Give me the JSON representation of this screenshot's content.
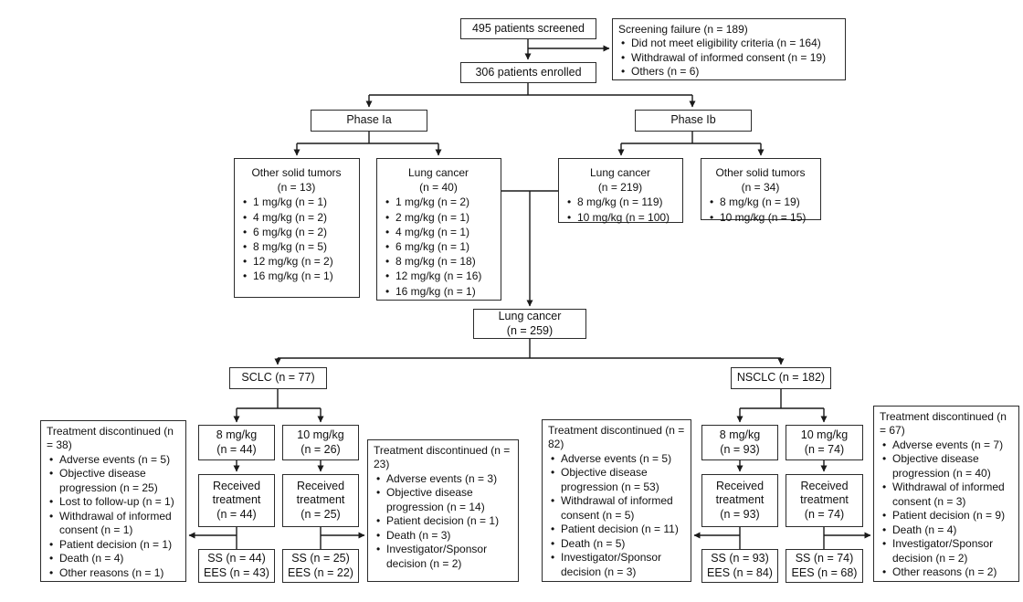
{
  "colors": {
    "background": "#ffffff",
    "box_fill": "#ffffff",
    "border": "#2b2b2b",
    "text": "#111111",
    "line": "#1a1a1a"
  },
  "screening": {
    "screened": "495 patients screened",
    "enrolled": "306 patients enrolled",
    "failure": {
      "title": "Screening failure (n = 189)",
      "items": [
        "Did not meet eligibility criteria (n = 164)",
        "Withdrawal of informed consent (n = 19)",
        "Others (n = 6)"
      ]
    }
  },
  "phase_ia": {
    "label": "Phase Ia",
    "other_solid_tumors": {
      "name": "Other solid tumors",
      "n": "(n = 13)",
      "items": [
        "1 mg/kg (n = 1)",
        "4 mg/kg (n = 2)",
        "6 mg/kg (n = 2)",
        "8 mg/kg (n = 5)",
        "12 mg/kg (n = 2)",
        "16 mg/kg (n = 1)"
      ]
    },
    "lung_cancer": {
      "name": "Lung cancer",
      "n": "(n = 40)",
      "items": [
        "1 mg/kg (n = 2)",
        "2 mg/kg (n = 1)",
        "4 mg/kg (n = 1)",
        "6 mg/kg (n = 1)",
        "8 mg/kg (n = 18)",
        "12 mg/kg (n = 16)",
        "16 mg/kg (n = 1)"
      ]
    }
  },
  "phase_ib": {
    "label": "Phase Ib",
    "lung_cancer": {
      "name": "Lung cancer",
      "n": "(n = 219)",
      "items": [
        "8 mg/kg (n = 119)",
        "10 mg/kg (n = 100)"
      ]
    },
    "other_solid_tumors": {
      "name": "Other solid tumors",
      "n": "(n = 34)",
      "items": [
        "8 mg/kg (n = 19)",
        "10 mg/kg (n = 15)"
      ]
    }
  },
  "lung_combined": {
    "name": "Lung cancer",
    "n": "(n = 259)"
  },
  "sclc": {
    "label": "SCLC (n = 77)",
    "discontinued_8mg": {
      "title": "Treatment discontinued (n = 38)",
      "items": [
        "Adverse events (n = 5)",
        "Objective disease progression (n = 25)",
        "Lost to follow-up (n = 1)",
        "Withdrawal of informed consent (n = 1)",
        "Patient decision (n = 1)",
        "Death (n = 4)",
        "Other reasons (n = 1)"
      ]
    },
    "dose_8": {
      "dose": "8 mg/kg",
      "n": "(n = 44)"
    },
    "dose_10": {
      "dose": "10 mg/kg",
      "n": "(n = 26)"
    },
    "received_8": {
      "label": "Received treatment",
      "n": "(n = 44)"
    },
    "received_10": {
      "label": "Received treatment",
      "n": "(n = 25)"
    },
    "sets_8": {
      "ss": "SS (n = 44)",
      "ees": "EES (n = 43)"
    },
    "sets_10": {
      "ss": "SS (n = 25)",
      "ees": "EES (n = 22)"
    },
    "discontinued_10mg": {
      "title": "Treatment discontinued (n = 23)",
      "items": [
        "Adverse events (n = 3)",
        "Objective disease progression (n = 14)",
        "Patient decision (n = 1)",
        "Death (n = 3)",
        "Investigator/Sponsor decision (n = 2)"
      ]
    }
  },
  "nsclc": {
    "label": "NSCLC (n = 182)",
    "discontinued_8mg": {
      "title": "Treatment discontinued (n = 82)",
      "items": [
        "Adverse events (n = 5)",
        "Objective disease progression (n = 53)",
        "Withdrawal of informed consent (n = 5)",
        "Patient decision (n = 11)",
        "Death (n = 5)",
        "Investigator/Sponsor decision (n = 3)"
      ]
    },
    "dose_8": {
      "dose": "8 mg/kg",
      "n": "(n = 93)"
    },
    "dose_10": {
      "dose": "10 mg/kg",
      "n": "(n = 74)"
    },
    "received_8": {
      "label": "Received treatment",
      "n": "(n = 93)"
    },
    "received_10": {
      "label": "Received treatment",
      "n": "(n = 74)"
    },
    "sets_8": {
      "ss": "SS (n = 93)",
      "ees": "EES (n = 84)"
    },
    "sets_10": {
      "ss": "SS (n = 74)",
      "ees": "EES (n = 68)"
    },
    "discontinued_10mg": {
      "title": "Treatment discontinued (n = 67)",
      "items": [
        "Adverse events (n = 7)",
        "Objective disease progression (n = 40)",
        "Withdrawal of informed consent (n = 3)",
        "Patient decision (n = 9)",
        "Death (n = 4)",
        "Investigator/Sponsor decision (n = 2)",
        "Other reasons (n = 2)"
      ]
    }
  }
}
